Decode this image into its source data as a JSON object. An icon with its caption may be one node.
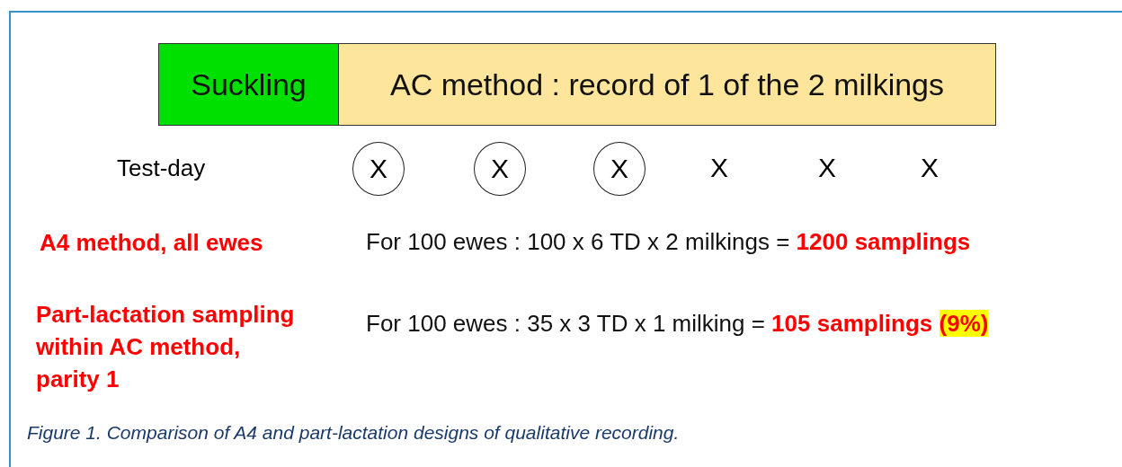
{
  "diagram": {
    "caption": "Figure 1. Comparison of A4 and part-lactation designs of qualitative recording.",
    "nodes": [
      {
        "text": [
          "Suckling"
        ]
      },
      {
        "text": [
          "AC method : record of 1 of the 2 milkings"
        ]
      },
      {
        "text": [
          "X"
        ]
      },
      {
        "text": [
          "X"
        ]
      },
      {
        "text": [
          "X"
        ]
      }
    ],
    "labels": [
      "Test-day",
      "X",
      "X",
      "X",
      "A4 method, all ewes",
      "For 100 ewes : 100 x 6 TD x 2 milkings = **1200 samplings**",
      "Part-lactation sampling within AC method, parity 1",
      "For 100 ewes : 35 x 3 TD x 1 milking = **105 samplings** **(9%)**"
    ]
  }
}
